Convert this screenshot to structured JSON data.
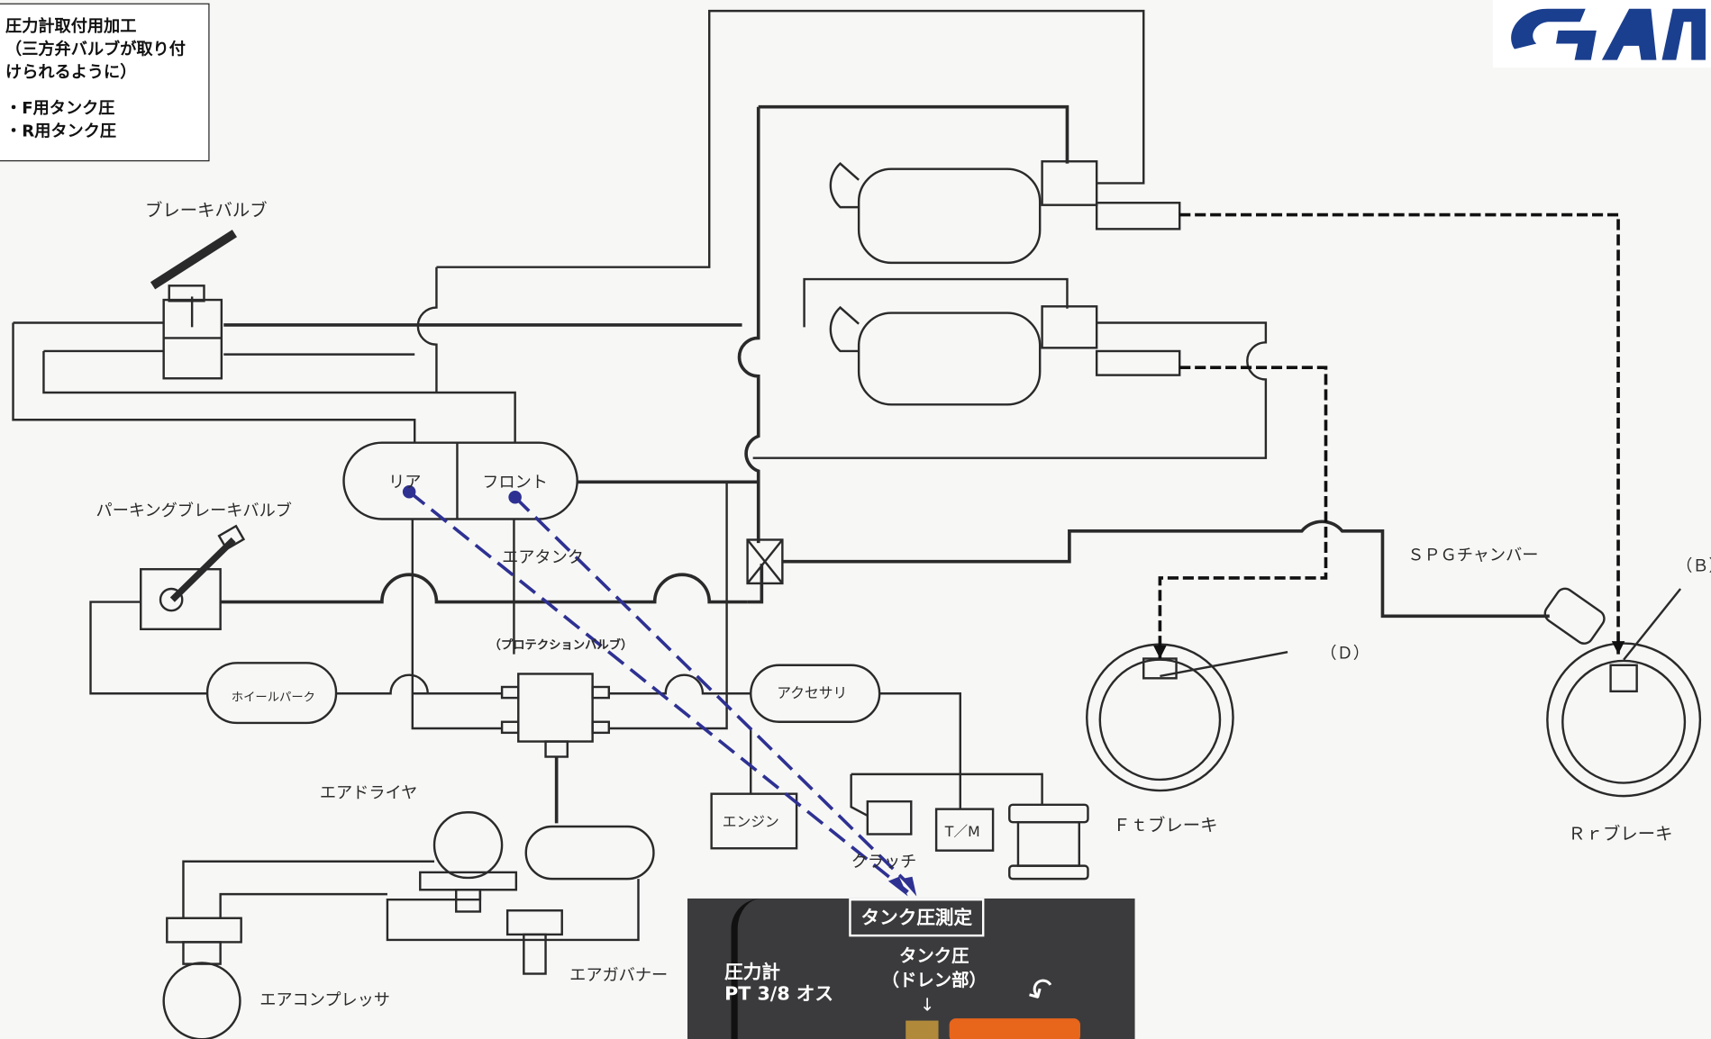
{
  "note": {
    "lines": [
      "圧力計取付用加工",
      "（三方弁バルブが取り付",
      "けられるように）"
    ],
    "items": [
      "・F用タンク圧",
      "・R用タンク圧"
    ]
  },
  "labels": {
    "brake_valve": "ブレーキバルブ",
    "parking_brake_valve": "パーキングブレーキバルブ",
    "rear": "リア",
    "front": "フロント",
    "air_tank": "エアタンク",
    "protection_valve": "（プロテクションバルブ）",
    "wheel_park": "ホイールパーク",
    "accessory": "アクセサリ",
    "air_dryer": "エアドライヤ",
    "engine": "エンジン",
    "tm": "T／M",
    "clutch": "クラッチ",
    "air_governor": "エアガバナー",
    "air_compressor": "エアコンプレッサ",
    "spg_chamber": "ＳＰＧチャンバー",
    "d_marker": "（Ｄ）",
    "b_marker": "（Ｂ）",
    "ft_brake": "Ｆｔブレーキ",
    "rr_brake": "Ｒｒブレーキ"
  },
  "photo": {
    "tag": "タンク圧測定",
    "gauge_line1": "圧力計",
    "gauge_line2": "PT 3/8 オス",
    "tank_line1": "タンク圧",
    "tank_line2": "（ドレン部）",
    "arrow": "↓"
  },
  "colors": {
    "line": "#2a2a2a",
    "dash_arrow": "#2e3192",
    "logo": "#1b3f8f"
  }
}
